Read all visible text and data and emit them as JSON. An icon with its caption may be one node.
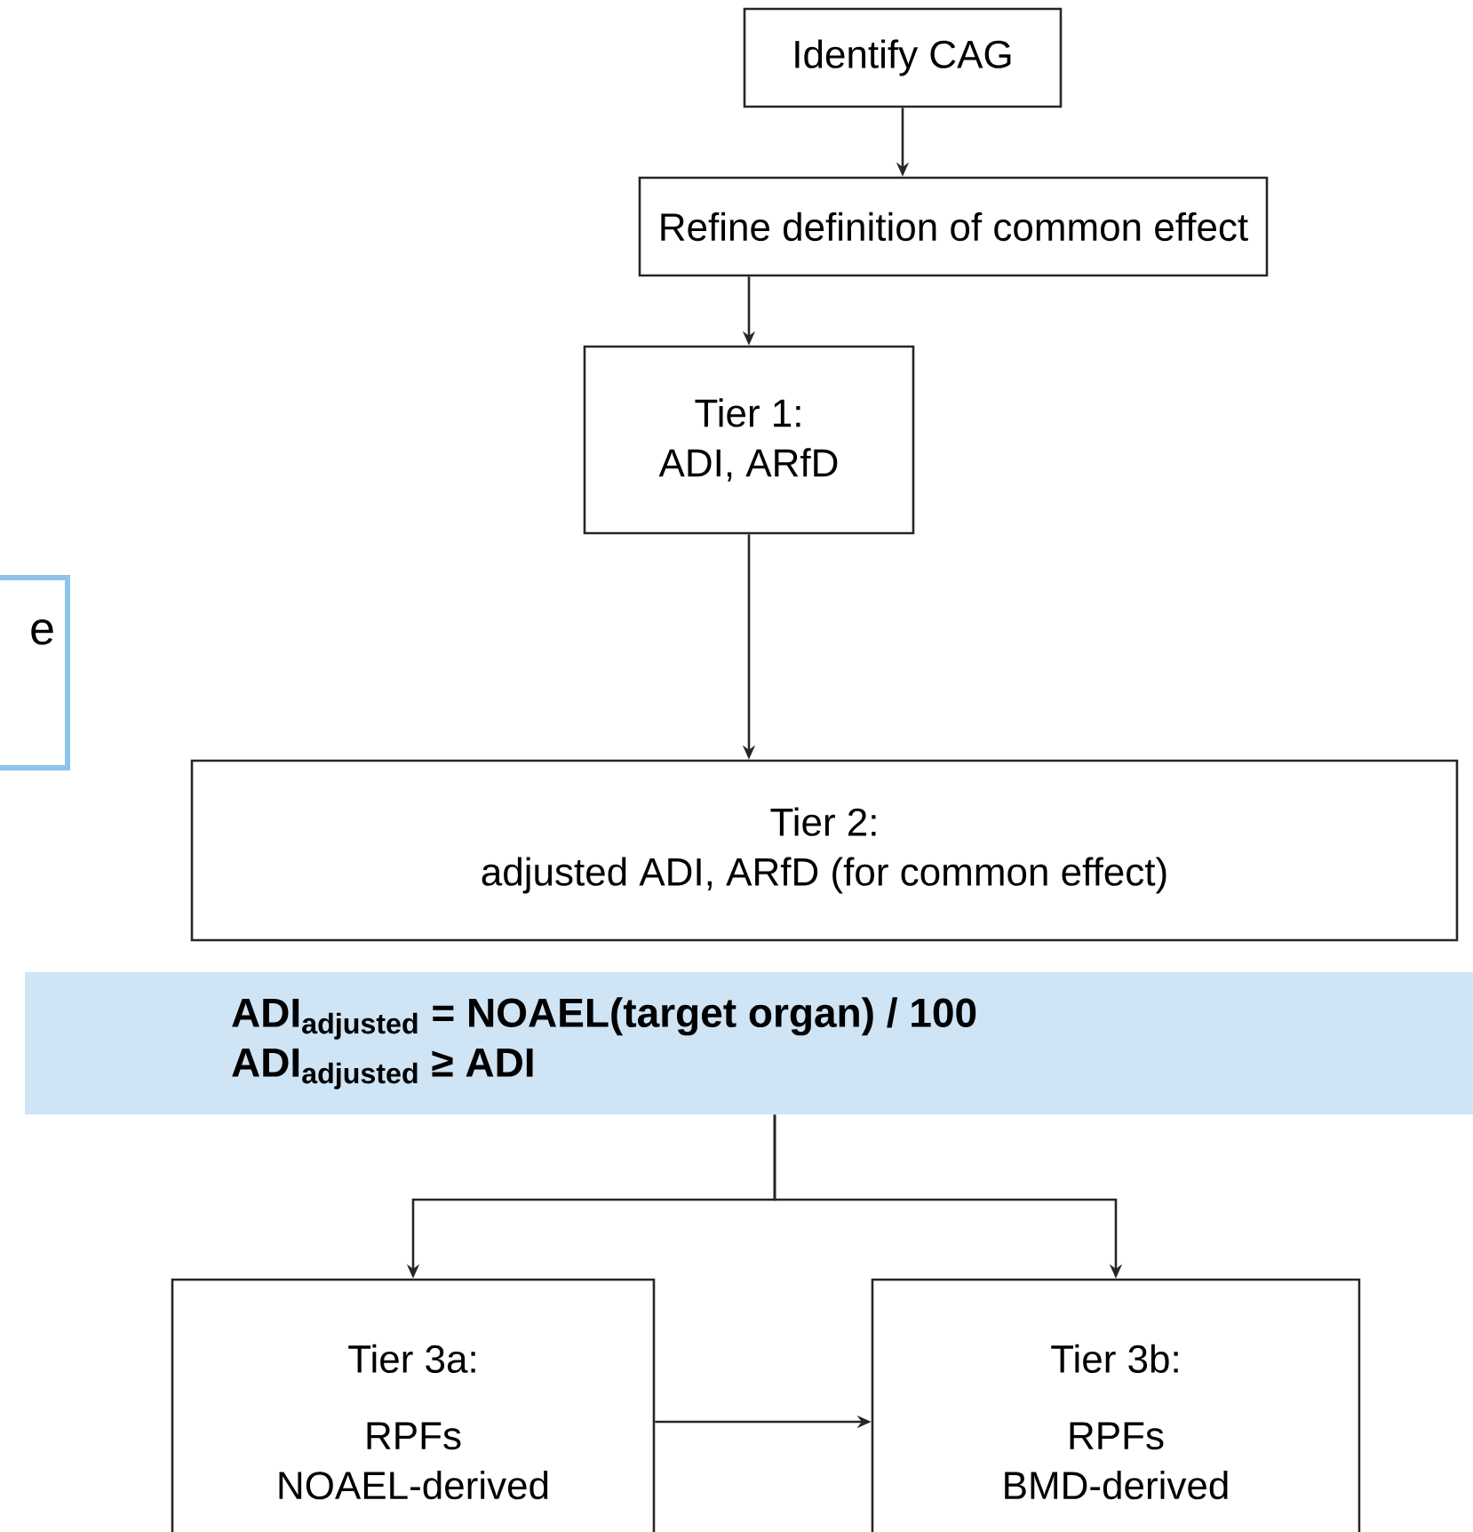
{
  "diagram": {
    "nodes": [
      {
        "text": [
          "Identify CAG"
        ]
      },
      {
        "text": [
          "Refine definition of common effect"
        ]
      },
      {
        "text": [
          "Tier 1:",
          "ADI, ARfD"
        ]
      },
      {
        "text": [
          "e"
        ]
      },
      {
        "text": [
          "Tier 2:",
          "adjusted ADI, ARfD (for common effect)"
        ]
      },
      {
        "text": [
          "ADI$_{adjusted}$ = NOAEL(target organ) / 100",
          "ADI$_{adjusted}$ ≥ ADI"
        ]
      },
      {
        "text": [
          "Tier 3a:",
          "RPFs NOAEL-derived"
        ]
      },
      {
        "text": [
          "Tier 3b:",
          "RPFs BMD-derived"
        ]
      }
    ],
    "edges": [
      {
        "from": 0,
        "to": 1,
        "arrow": "to"
      },
      {
        "from": 1,
        "to": 2,
        "arrow": "to"
      },
      {
        "from": 2,
        "to": 4,
        "arrow": "to"
      },
      {
        "from": 5,
        "to": 6,
        "arrow": "to"
      },
      {
        "from": 5,
        "to": 7,
        "arrow": "to"
      },
      {
        "from": 6,
        "to": 7,
        "arrow": "to"
      }
    ]
  }
}
